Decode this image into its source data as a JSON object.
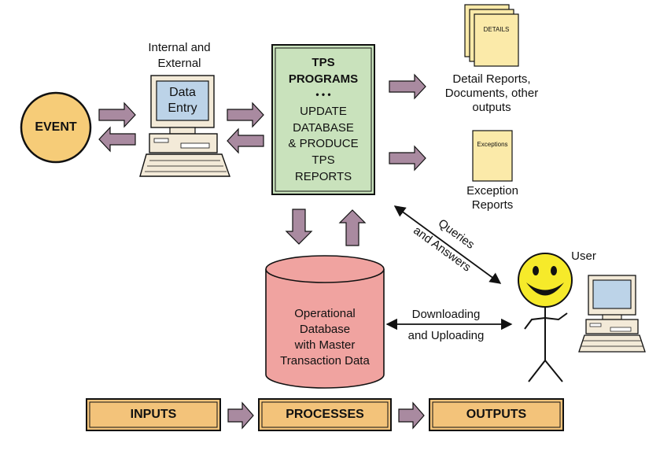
{
  "event": {
    "label": "EVENT"
  },
  "data_entry_terminal": {
    "caption_line1": "Internal and",
    "caption_line2": "External",
    "screen_line1": "Data",
    "screen_line2": "Entry"
  },
  "tps_box": {
    "line1": "TPS",
    "line2": "PROGRAMS",
    "dots": "• • •",
    "line3": "UPDATE",
    "line4": "DATABASE",
    "line5": "& PRODUCE",
    "line6": "TPS",
    "line7": "REPORTS"
  },
  "detail_reports": {
    "doc_label": "DETAILS",
    "caption_line1": "Detail Reports,",
    "caption_line2": "Documents, other",
    "caption_line3": "outputs"
  },
  "exception_reports": {
    "doc_label": "Exceptions",
    "caption_line1": "Exception",
    "caption_line2": "Reports"
  },
  "database": {
    "line1": "Operational",
    "line2": "Database",
    "line3": "with Master",
    "line4": "Transaction Data"
  },
  "queries": {
    "word1": "Queries",
    "word2": "and Answers"
  },
  "downloading": {
    "line1": "Downloading",
    "line2": "and Uploading"
  },
  "user": {
    "label": "User"
  },
  "flow": {
    "inputs": "INPUTS",
    "processes": "PROCESSES",
    "outputs": "OUTPUTS"
  },
  "colors": {
    "arrow_fill": "#a98aa0",
    "event_fill": "#f6cc78",
    "tps_fill": "#c9e2bc",
    "doc_fill": "#fbeaa9",
    "db_fill": "#f0a3a0",
    "flow_fill": "#f3c37a",
    "smiley_fill": "#f6ea2a",
    "screen_fill": "#bcd3e8",
    "terminal_fill": "#f3ead8"
  }
}
